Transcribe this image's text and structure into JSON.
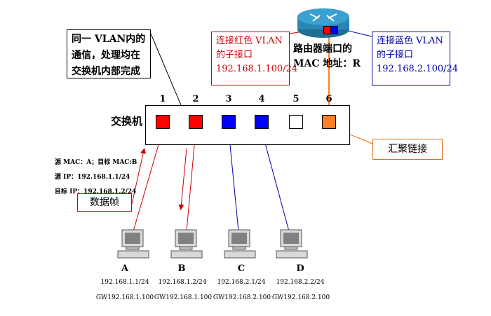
{
  "note_left": {
    "line1": "同一 VLAN内的",
    "line2": "通信，处理均在",
    "line3": "交换机内部完成"
  },
  "red_box": {
    "line1": "连接红色 VLAN",
    "line2": "的子接口",
    "line3": "192.168.1.100/24"
  },
  "blue_box": {
    "line1": "连接蓝色 VLAN",
    "line2": "的子接口",
    "line3": "192.168.2.100/24"
  },
  "router": {
    "line1": "路由器端口的",
    "line2": "MAC 地址：R"
  },
  "switch": {
    "label": "交换机"
  },
  "ports": [
    {
      "num": "1",
      "color": "#ff0000"
    },
    {
      "num": "2",
      "color": "#ff0000"
    },
    {
      "num": "3",
      "color": "#0000ff"
    },
    {
      "num": "4",
      "color": "#0000ff"
    },
    {
      "num": "5",
      "color": "#ffffff"
    },
    {
      "num": "6",
      "color": "#ff7f27"
    }
  ],
  "trunk": {
    "label": "汇聚链接"
  },
  "frame": {
    "line1": "源 MAC：A；目标 MAC:B",
    "line2": "源 IP：192.168.1.1/24",
    "line3": "目标 IP：192.168.1.2/24",
    "label": "数据帧"
  },
  "pcs": [
    {
      "name": "A",
      "ip": "192.168.1.1/24",
      "gw": "GW192.168.1.100"
    },
    {
      "name": "B",
      "ip": "192.168.1.2/24",
      "gw": "GW192.168.1.100"
    },
    {
      "name": "C",
      "ip": "192.168.2.1/24",
      "gw": "GW192.168.2.100"
    },
    {
      "name": "D",
      "ip": "192.168.2.2/24",
      "gw": "GW192.168.2.100"
    }
  ],
  "colors": {
    "red": "#cc0000",
    "blue": "#0000aa",
    "orange": "#e26b0a"
  }
}
